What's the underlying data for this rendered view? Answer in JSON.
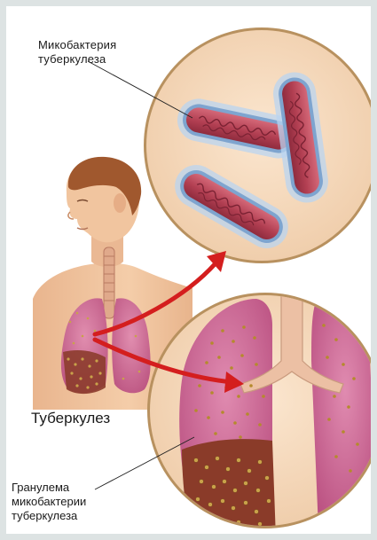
{
  "labels": {
    "mycobacterium": [
      "Микобактерия",
      "туберкулеза"
    ],
    "title": "Туберкулез",
    "granuloma": [
      "Гранулема",
      "микобактерии",
      "туберкулеза"
    ]
  },
  "colors": {
    "page_background": "#dde3e3",
    "canvas": "#ffffff",
    "circle_fill": "#f3d4b4",
    "bacterium": "#b94a5a",
    "bacterium_glow": "#a9c6e6",
    "lung": "#c9608f",
    "granule": "#8a6a2a",
    "arrow": "#d41e1e",
    "skin": "#f0c4a0",
    "hair": "#a0582e"
  },
  "icons": {
    "person": "human-figure-icon",
    "bacteria_circle": "magnified-bacteria-icon",
    "lungs_circle": "magnified-lungs-icon",
    "arrow": "red-curved-arrow-icon"
  }
}
